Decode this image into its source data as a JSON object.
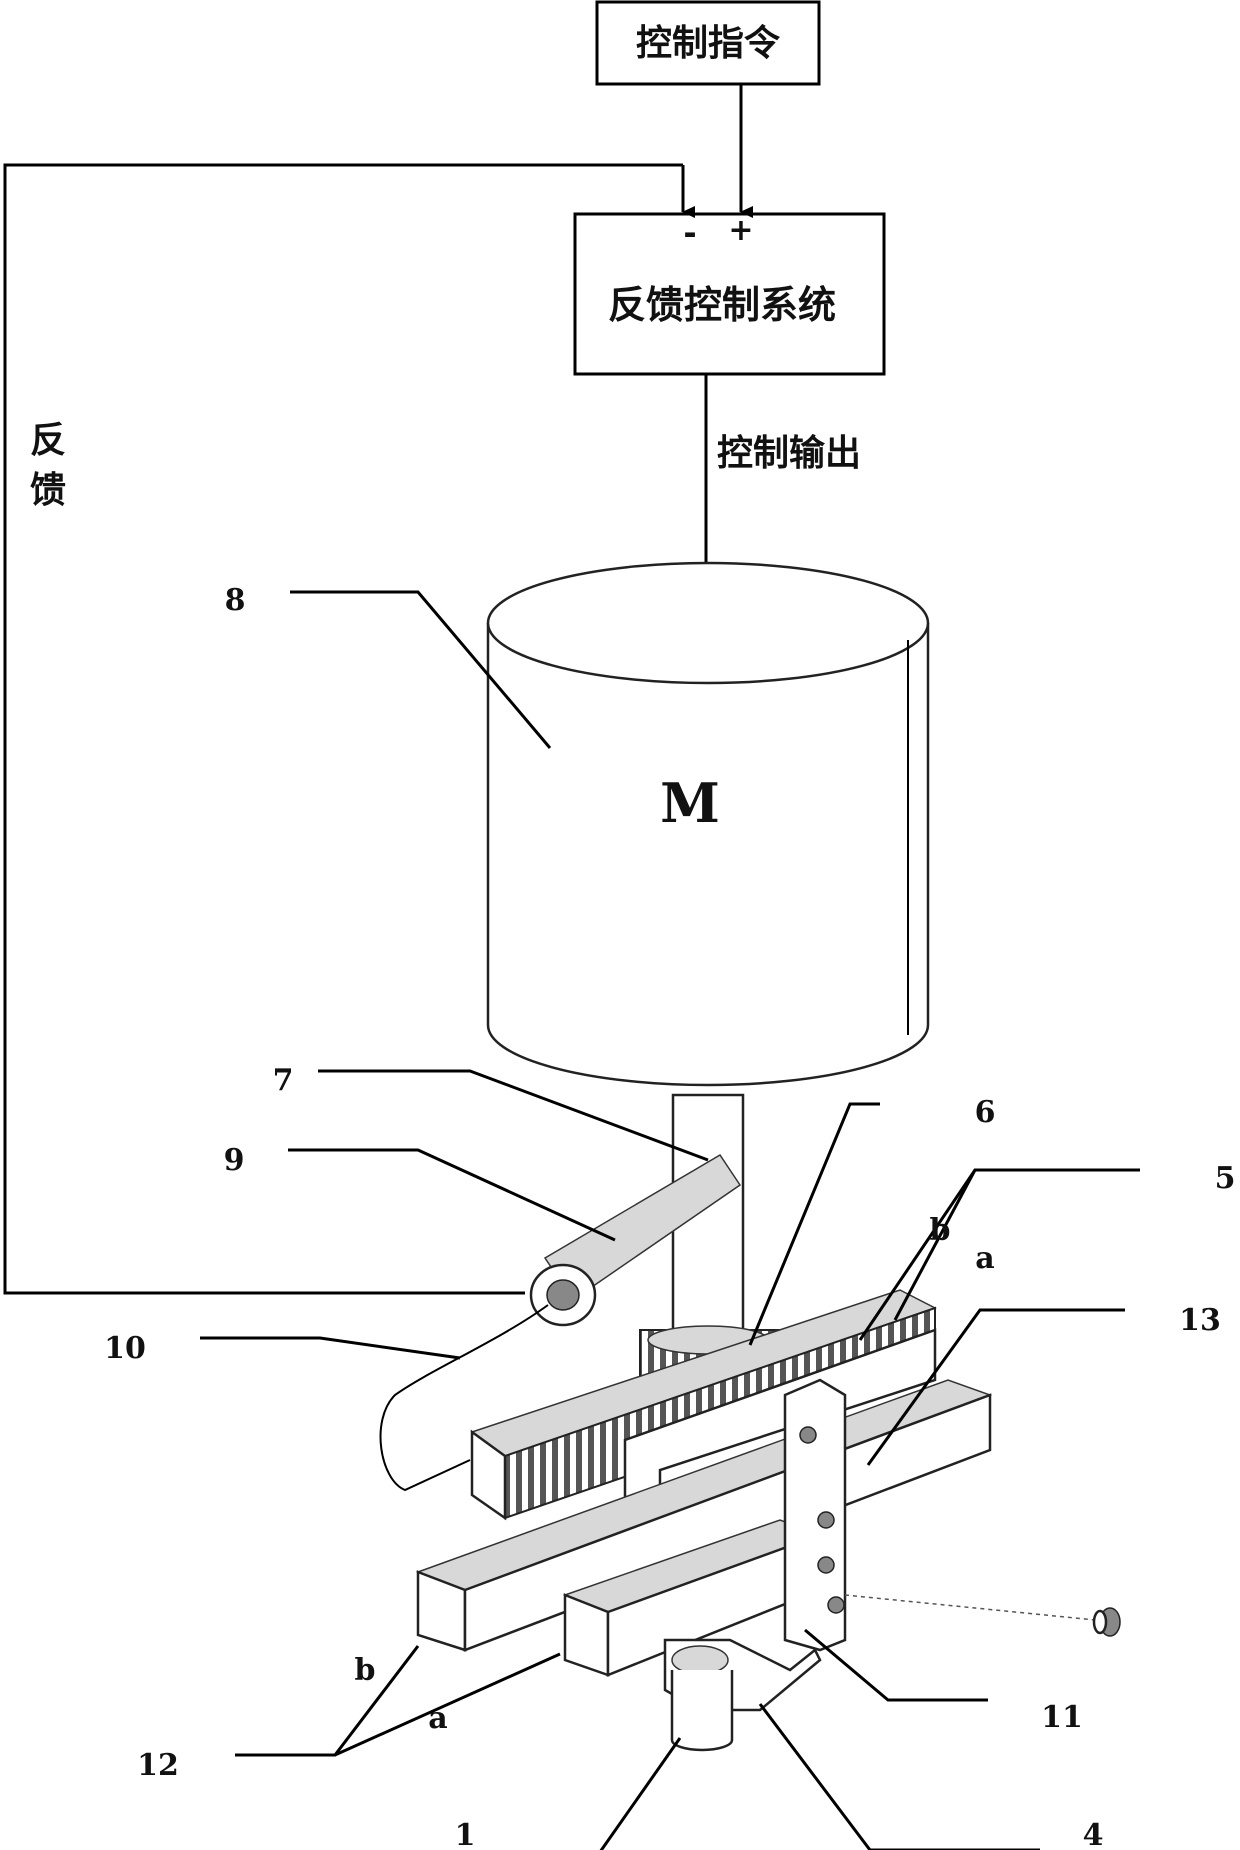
{
  "blocks": {
    "command": "控制指令",
    "controller": "反馈控制系统",
    "minus": "-",
    "plus": "+",
    "control_output": "控制输出",
    "feedback_1": "反",
    "feedback_2": "馈",
    "motor": "M"
  },
  "labels": {
    "l1": "1",
    "l4": "4",
    "l5": "5",
    "l6": "6",
    "l7": "7",
    "l8": "8",
    "l9": "9",
    "l10": "10",
    "l11": "11",
    "l12": "12",
    "l13": "13",
    "a_top": "a",
    "b_top": "b",
    "a_bottom": "a",
    "b_bottom": "b"
  }
}
